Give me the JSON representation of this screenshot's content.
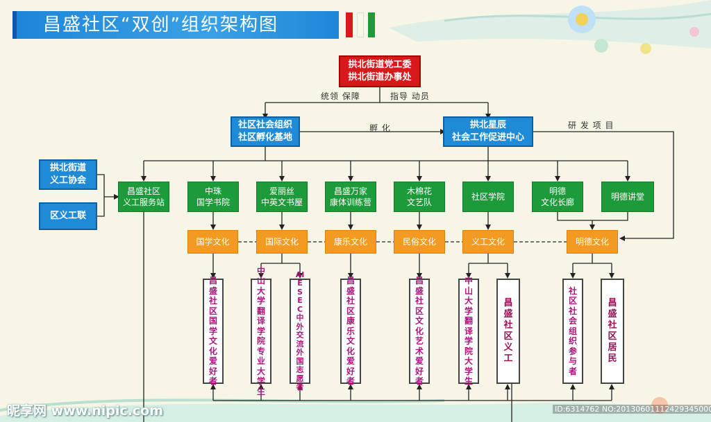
{
  "title": "昌盛社区“双创”组织架构图",
  "top": {
    "line1": "拱北街道党工委",
    "line2": "拱北街道办事处"
  },
  "labels": {
    "lead": "统领 保障",
    "guide": "指导 动员",
    "incubate": "孵 化",
    "research": "研 发 项 目"
  },
  "blue_left": {
    "line1": "社区社会组织",
    "line2": "社区孵化基地"
  },
  "blue_right": {
    "line1": "拱北星辰",
    "line2": "社会工作促进中心"
  },
  "side": {
    "assoc": "拱北街道\n义工协会",
    "union": "区义工联"
  },
  "station": "昌盛社区\n义工服务站",
  "orgs": [
    "中珠\n国学书院",
    "爱丽丝\n中英文书屋",
    "昌盛万家\n康体训练营",
    "木棉花\n文艺队",
    "社区学院",
    "明德\n文化长廊",
    "明德讲堂"
  ],
  "cultures": [
    "国学文化",
    "国际文化",
    "康乐文化",
    "民俗文化",
    "义工文化",
    "明德文化"
  ],
  "groups": [
    "昌盛社区国学文化爱好者",
    "中山大学翻译学院专业大学生",
    "AIESEC中外交流外国志愿者",
    "昌盛社区康乐文化爱好者",
    "昌盛社区文化艺术爱好者",
    "中山大学翻译学院大学生",
    "昌盛社区义工",
    "社区社会组织参与者",
    "昌盛社区居民"
  ],
  "watermark_left": "昵享网 www.nipic.com",
  "watermark_right": "ID:6314762 NO:20130601112429345000",
  "colors": {
    "red": "#d7191c",
    "blue": "#1f8bd6",
    "green": "#1d9b3a",
    "orange": "#f39a22",
    "purple": "#b0137c"
  }
}
